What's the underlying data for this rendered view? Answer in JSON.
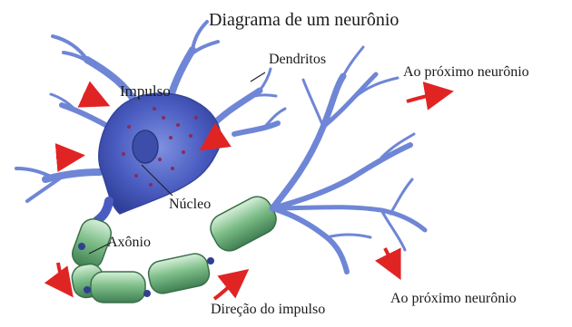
{
  "diagram": {
    "title": "Diagrama de um neurônio",
    "labels": {
      "dendrites": "Dendritos",
      "impulse": "Impulso",
      "nucleus": "Núcleo",
      "axon": "Axônio",
      "next_neuron_top": "Ao próximo neurônio",
      "next_neuron_bottom": "Ao próximo neurônio",
      "impulse_direction": "Direção do impulso"
    },
    "colors": {
      "cell_body": "#4a5cc0",
      "dendrite": "#6f86d6",
      "nucleus_dots": "#8a2a5a",
      "myelin": "#7fbf8a",
      "arrow": "#e02424"
    }
  }
}
